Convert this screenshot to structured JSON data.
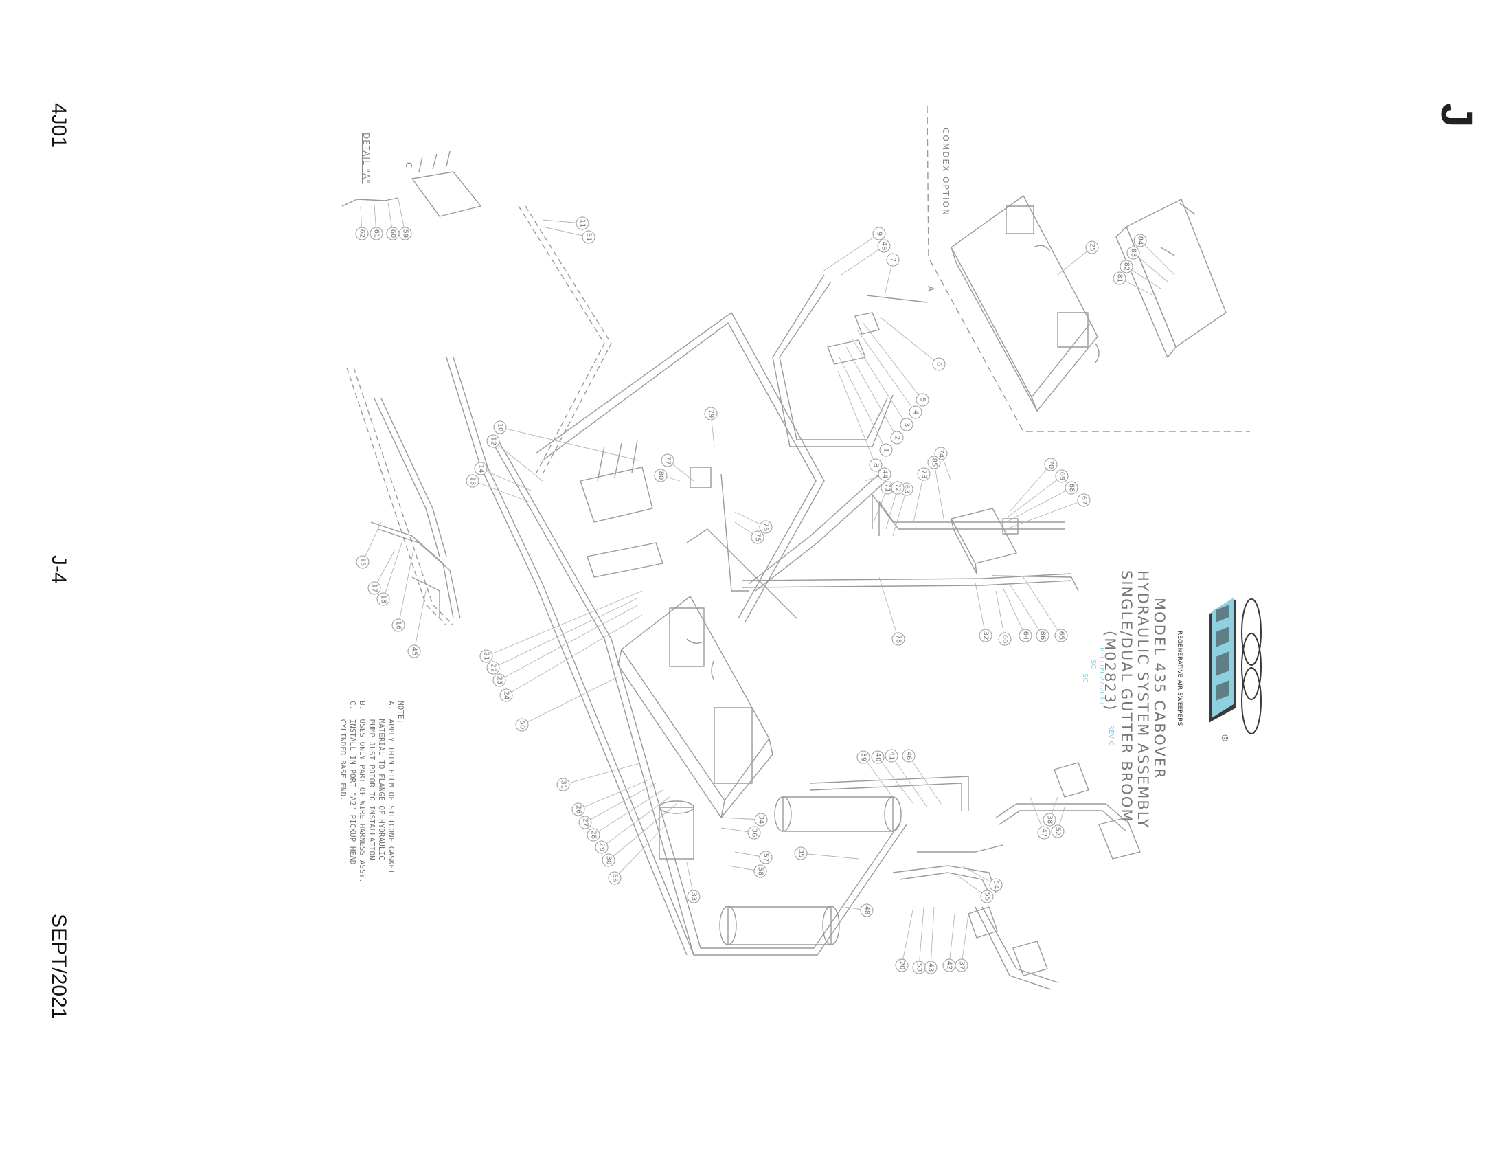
{
  "page": {
    "doc_code": "4J01",
    "page_number": "J-4",
    "date": "SEPT/2021",
    "section_letter": "J"
  },
  "logo": {
    "name": "tymco-logo",
    "tagline": "REGENERATIVE AIR SWEEPERS",
    "registered_mark": "®"
  },
  "title": {
    "line1": "MODEL 435 CABOVER",
    "line2": "HYDRAULIC SYSTEM ASSEMBLY",
    "line3": "SINGLE/DUAL GUTTER BROOM",
    "part_number": "(M02823)",
    "revision": "REV C",
    "meta1": "REL: 09-27-2019",
    "meta2": "SC",
    "meta3": "SC"
  },
  "labels": {
    "comdex_option": "COMDEX OPTION",
    "detail_a": "DETAIL \"A\"",
    "marker_a": "A",
    "marker_c": "C"
  },
  "notes": {
    "heading": "NOTE:",
    "lines": [
      "A.  APPLY THIN FILM OF SILICONE GASKET",
      "    MATERIAL TO FLANGE OF HYDRAULIC",
      "    PUMP JUST PRIOR TO INSTALLATION",
      "B.  USES ONLY PART OF WIRE HARNESS ASSY.",
      "C.  INSTALL IN PORT \"A2\" PICKUP HEAD",
      "    CYLINDER BASE END."
    ]
  },
  "balloons": [
    "1",
    "2",
    "3",
    "4",
    "5",
    "6",
    "7",
    "8",
    "9",
    "10",
    "11",
    "12",
    "13",
    "14",
    "15",
    "16",
    "17",
    "18",
    "20",
    "21",
    "22",
    "23",
    "24",
    "25",
    "26",
    "27",
    "28",
    "29",
    "30",
    "31",
    "32",
    "33",
    "34",
    "35",
    "36",
    "37",
    "38",
    "39",
    "40",
    "41",
    "42",
    "43",
    "44",
    "45",
    "46",
    "47",
    "48",
    "49",
    "50",
    "51",
    "52",
    "53",
    "54",
    "55",
    "56",
    "57",
    "58",
    "59",
    "60",
    "61",
    "62",
    "63",
    "64",
    "65",
    "66",
    "67",
    "68",
    "69",
    "70",
    "71",
    "72",
    "73",
    "74",
    "75",
    "76",
    "77",
    "78",
    "79",
    "80",
    "81",
    "82",
    "83",
    "84",
    "85",
    "86"
  ],
  "colors": {
    "line": "#9a9a9a",
    "accent": "#8fd0e0",
    "logo_dark": "#3a3a3a"
  }
}
